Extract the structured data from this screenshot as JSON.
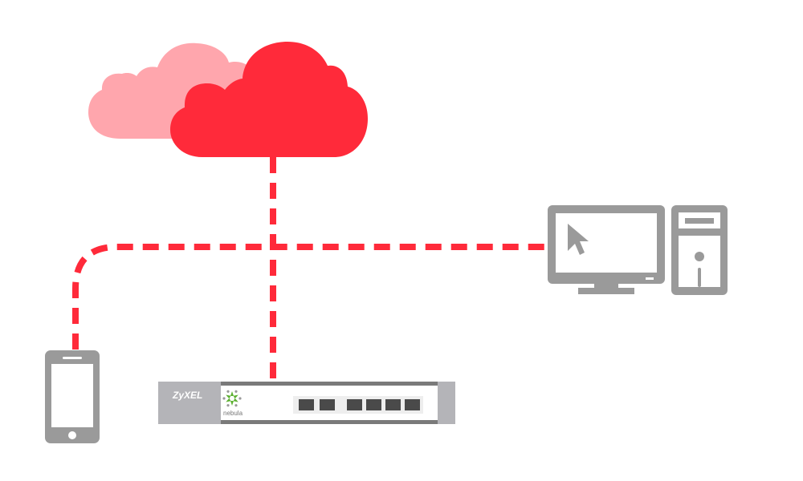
{
  "diagram": {
    "title": "",
    "colors": {
      "cloud_primary": "#ff2a3a",
      "cloud_secondary": "#ffa6ad",
      "connection_line": "#ff2a3a",
      "device_gray": "#9a9a9a",
      "device_dark": "#4a4a4a",
      "nebula_green": "#5cb030"
    },
    "nodes": [
      {
        "id": "cloud-back",
        "type": "cloud",
        "label": ""
      },
      {
        "id": "cloud-main",
        "type": "cloud",
        "label": ""
      },
      {
        "id": "desktop",
        "type": "desktop-computer",
        "label": ""
      },
      {
        "id": "smartphone",
        "type": "smartphone",
        "label": ""
      },
      {
        "id": "router",
        "type": "network-switch",
        "label": ""
      }
    ],
    "edges": [
      {
        "from": "cloud-main",
        "to": "router",
        "style": "dashed"
      },
      {
        "from": "smartphone",
        "to": "desktop",
        "style": "dashed"
      }
    ],
    "router": {
      "brand": "ZyXEL",
      "logo_label": "nebula",
      "port_count": 6
    }
  }
}
